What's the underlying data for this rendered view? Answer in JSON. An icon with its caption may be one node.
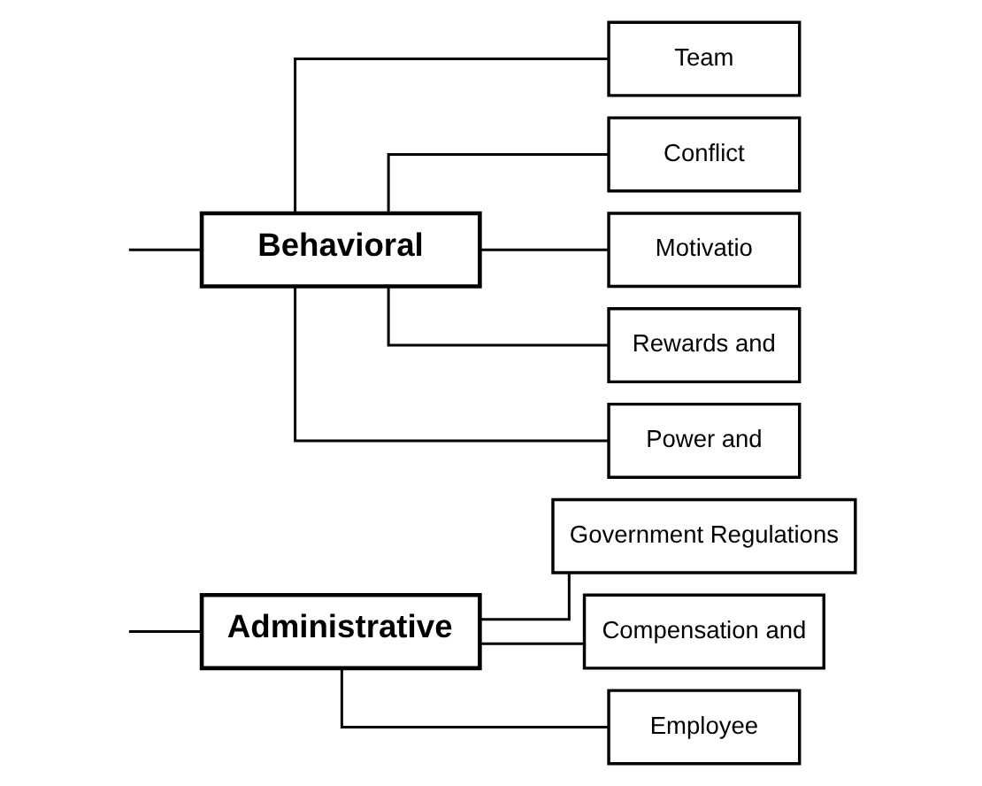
{
  "diagram": {
    "nodes": [
      {
        "text": [
          "Administrative"
        ]
      },
      {
        "text": [
          "Government Regulations"
        ]
      },
      {
        "text": [
          "Compensation and"
        ]
      },
      {
        "text": [
          "Employee"
        ]
      },
      {
        "text": [
          "Behavioral"
        ]
      },
      {
        "text": [
          "Team"
        ]
      },
      {
        "text": [
          "Conflict"
        ]
      },
      {
        "text": [
          "Motivatio"
        ]
      },
      {
        "text": [
          "Rewards and"
        ]
      },
      {
        "text": [
          "Power and"
        ]
      }
    ],
    "edges": [
      {
        "from": null,
        "to": 0,
        "arrow": "none"
      },
      {
        "from": null,
        "to": 4,
        "arrow": "none"
      },
      {
        "from": 0,
        "to": 1,
        "arrow": "none"
      },
      {
        "from": 0,
        "to": 2,
        "arrow": "none"
      },
      {
        "from": 0,
        "to": 3,
        "arrow": "none"
      },
      {
        "from": 4,
        "to": 5,
        "arrow": "none"
      },
      {
        "from": 4,
        "to": 6,
        "arrow": "none"
      },
      {
        "from": 4,
        "to": 7,
        "arrow": "none"
      },
      {
        "from": 4,
        "to": 8,
        "arrow": "none"
      },
      {
        "from": 4,
        "to": 9,
        "arrow": "none"
      }
    ]
  }
}
